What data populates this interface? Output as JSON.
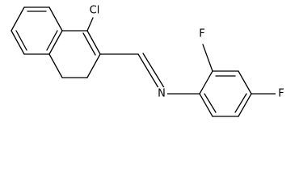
{
  "molecule": {
    "atoms": {
      "cl": "Cl",
      "n": "N",
      "f_ortho": "F",
      "f_para": "F"
    },
    "colors": {
      "bond": "#000000",
      "label": "#000000",
      "background": "#ffffff"
    }
  }
}
